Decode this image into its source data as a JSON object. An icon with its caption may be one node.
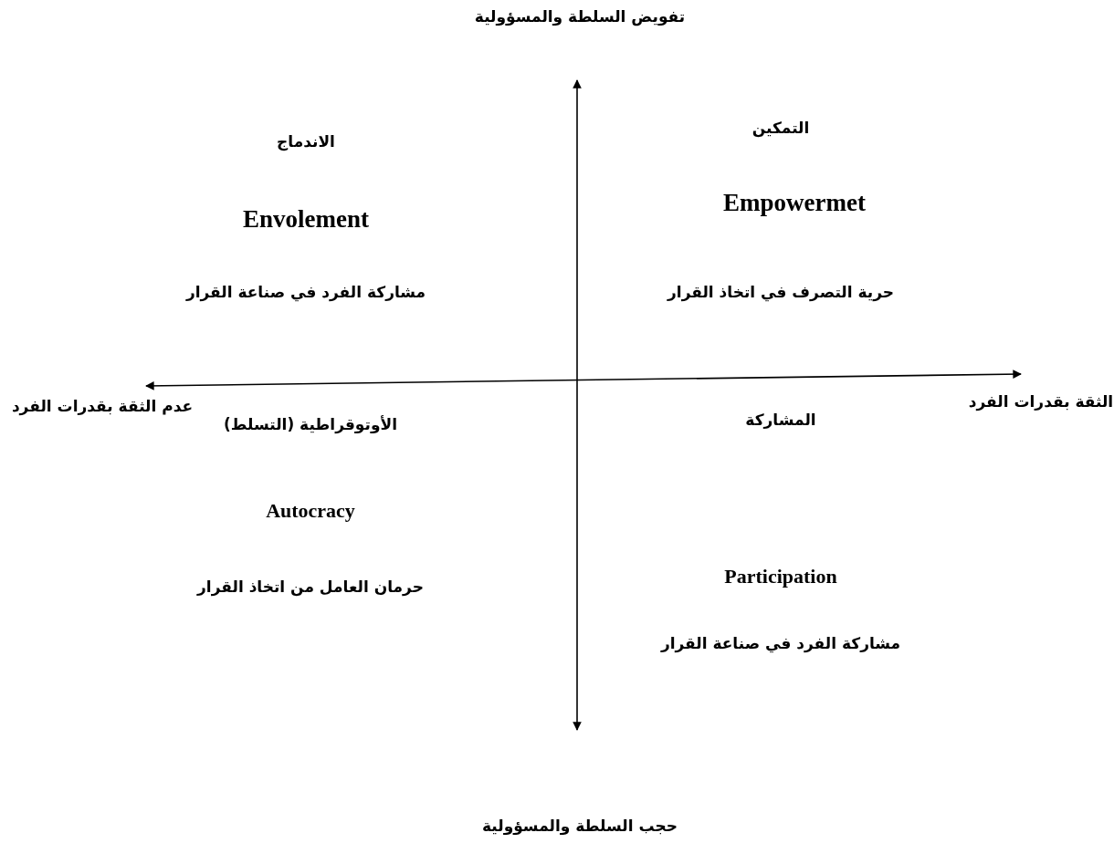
{
  "diagram": {
    "labels": [
      "تفويض السلطة والمسؤولية",
      "الاندماج",
      "Envolement",
      "مشاركة الفرد في صناعة القرار",
      "التمكين",
      "Empowermet",
      "حرية التصرف في اتخاذ القرار",
      "عدم الثقة بقدرات الفرد",
      "الثقة بقدرات الفرد",
      "الأوتوقراطية (التسلط)",
      "Autocracy",
      "حرمان العامل من اتخاذ القرار",
      "المشاركة",
      "Participation",
      "مشاركة الفرد في صناعة القرار",
      "حجب السلطة والمسؤولية"
    ]
  }
}
